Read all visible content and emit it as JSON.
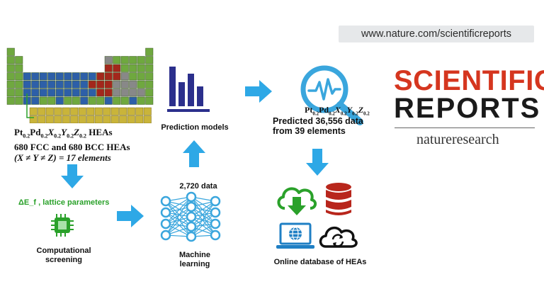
{
  "header": {
    "url": "www.nature.com/scientificreports"
  },
  "logo": {
    "line1": "SCIENTIFIC",
    "line2": "REPORTS",
    "sub": "natureresearch"
  },
  "steps": {
    "hea_line1_prefix": "Pt",
    "hea_line1_suffix": " HEAs",
    "hea_line2": "680 FCC and 680 BCC HEAs",
    "hea_line3": "(X ≠ Y ≠ Z) = 17 elements",
    "screening_params": "ΔE_f , lattice parameters",
    "screening_label_1": "Computational",
    "screening_label_2": "screening",
    "ml_data": "2,720 data",
    "ml_label_1": "Machine",
    "ml_label_2": "learning",
    "prediction_label": "Prediction models",
    "predicted_line2": "Predicted 36,556 data",
    "predicted_line3": "from 39 elements",
    "database_label": "Online database of HEAs"
  },
  "colors": {
    "arrow": "#2ea8e6",
    "logo_red": "#d5361f",
    "chart_bar": "#2b2f8c",
    "magnifier": "#3aa6dd",
    "green": "#2aa12a",
    "db_red": "#b8261c",
    "laptop_blue": "#1f7fc4"
  },
  "icons": [
    "periodic-table-icon",
    "bar-chart-icon",
    "magnifier-signal-icon",
    "microchip-icon",
    "neural-network-icon",
    "cloud-download-icon",
    "database-icon",
    "laptop-globe-icon",
    "cloud-sync-icon"
  ]
}
